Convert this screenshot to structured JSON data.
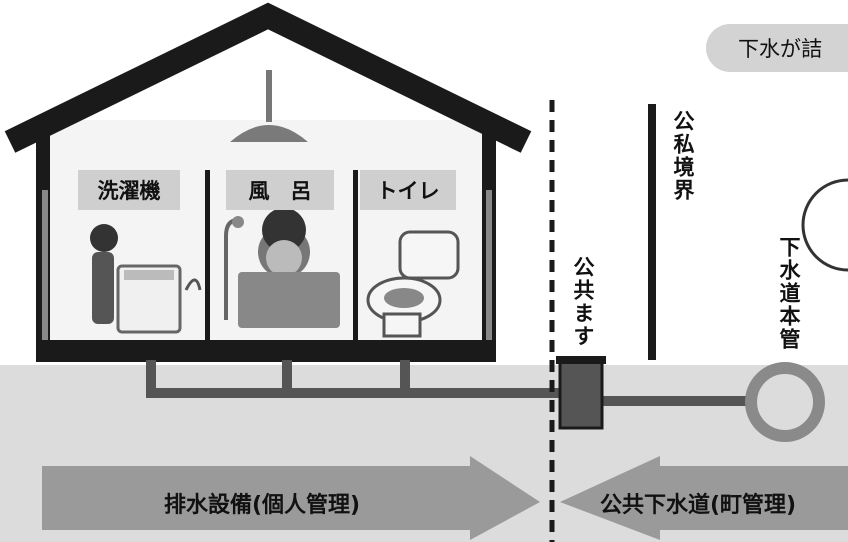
{
  "callout": "下水が詰",
  "rooms": [
    {
      "label": "洗濯機"
    },
    {
      "label": "風　呂"
    },
    {
      "label": "トイレ"
    }
  ],
  "vertical_labels": {
    "public_basin": "公共ます",
    "boundary": "公私境界",
    "sewer_main": "下水道本管"
  },
  "arrows": {
    "private": "排水設備(個人管理)",
    "public": "公共下水道(町管理)"
  },
  "colors": {
    "house_frame": "#1a1a1a",
    "ground": "#dcdcdc",
    "pipe": "#555555",
    "arrow": "#9a9a9a",
    "label_bg": "#cfcfcf"
  }
}
